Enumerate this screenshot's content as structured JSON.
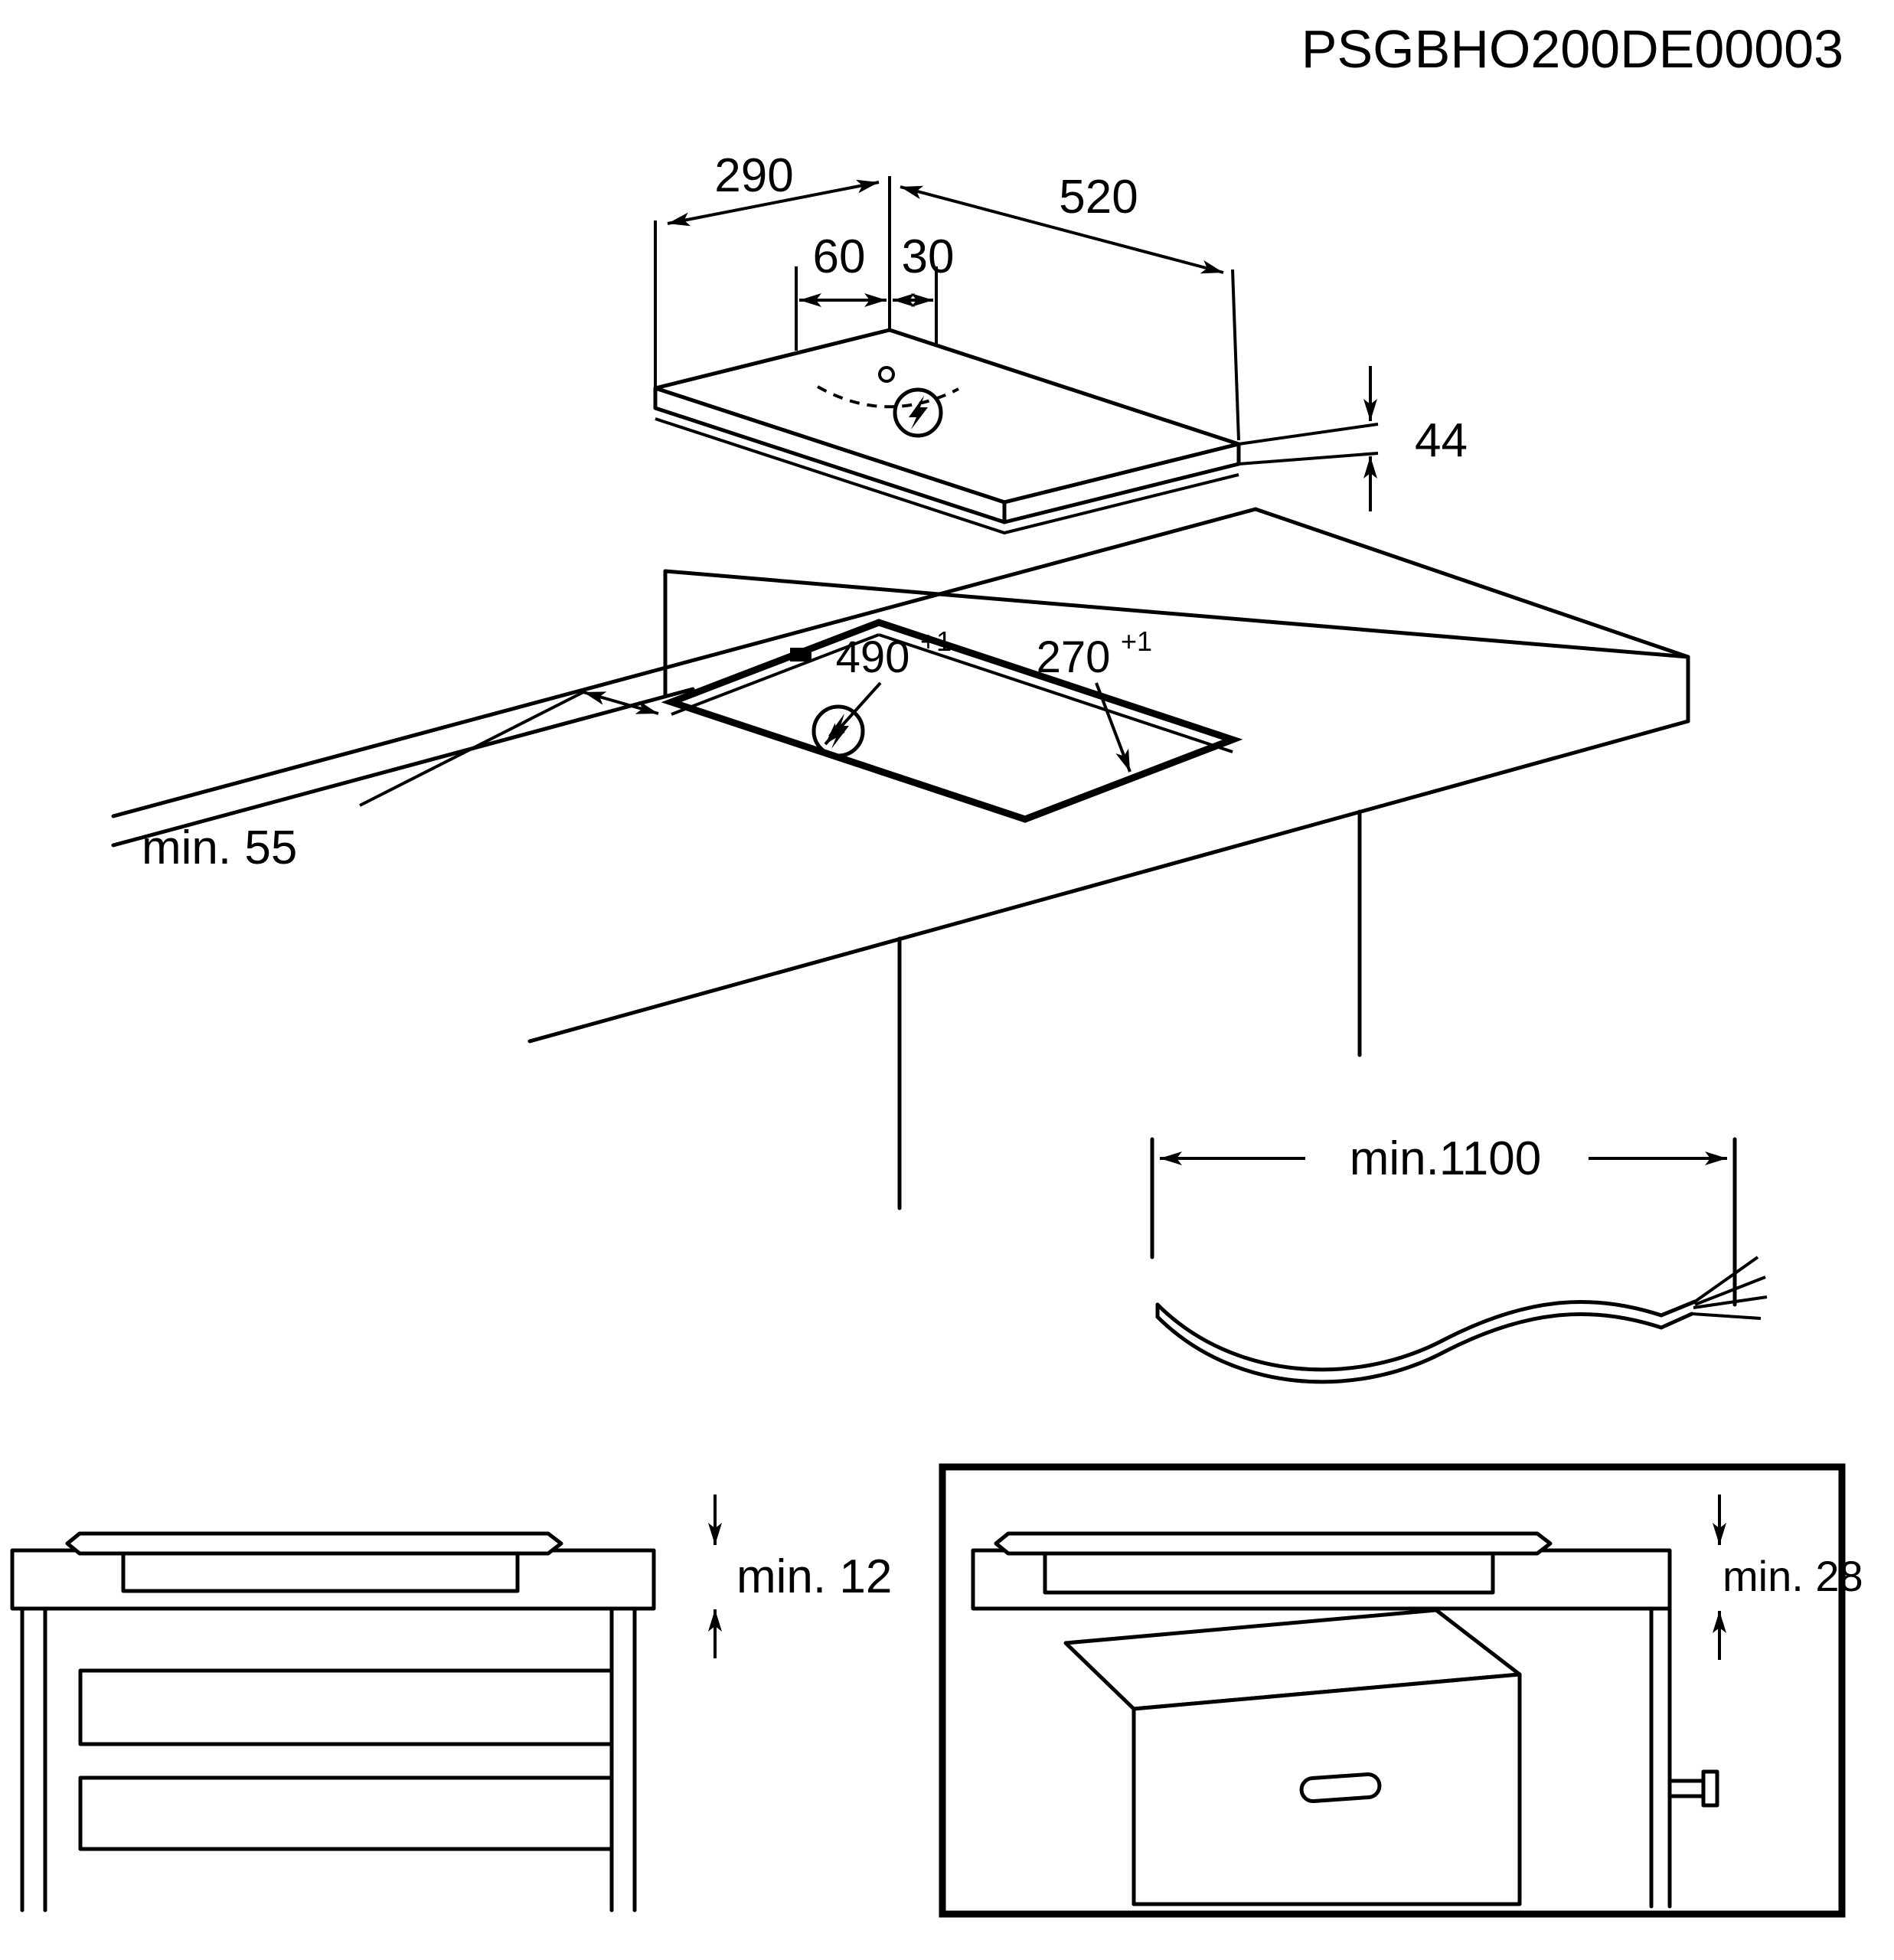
{
  "document": {
    "code": "PSGBHO200DE00003"
  },
  "colors": {
    "line": "#000000",
    "background": "#ffffff"
  },
  "hob_top_view": {
    "width_mm": "290",
    "depth_mm": "520",
    "cable_offset_left_mm": "60",
    "cable_offset_right_mm": "30",
    "height_mm": "44",
    "power_icon": "lightning-bolt"
  },
  "worktop_cutout_view": {
    "cutout_length_mm": "490",
    "cutout_length_tolerance": "+1",
    "cutout_width_mm": "270",
    "cutout_width_tolerance": "+1",
    "rear_clearance_label": "min. 55",
    "power_icon": "lightning-bolt"
  },
  "power_cable_detail": {
    "length_label": "min.1100"
  },
  "worktop_section_view": {
    "clearance_label": "min. 12"
  },
  "oven_section_view": {
    "clearance_label": "min. 28"
  }
}
